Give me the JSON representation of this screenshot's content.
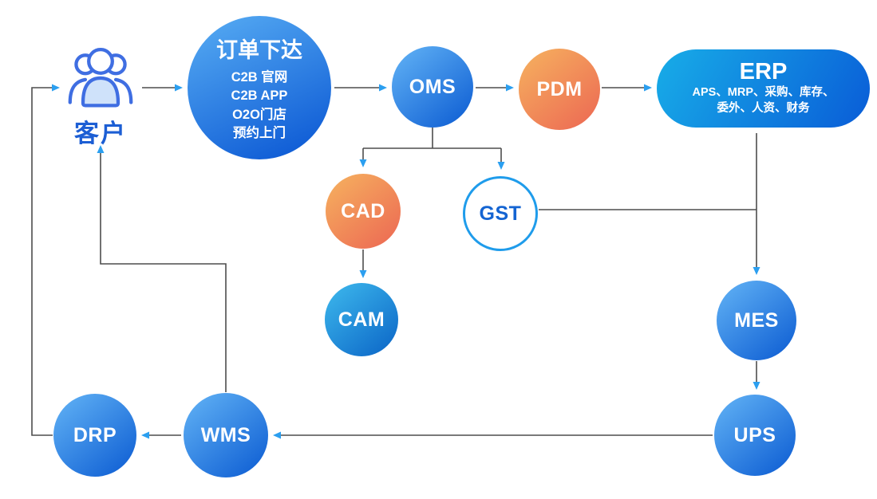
{
  "diagram_type": "flowchart",
  "customer": {
    "label": "客户",
    "icon": "users-icon"
  },
  "nodes": {
    "order": {
      "label": "订单下达",
      "lines": [
        "C2B 官网",
        "C2B APP",
        "O2O门店",
        "预约上门"
      ]
    },
    "oms": {
      "label": "OMS"
    },
    "pdm": {
      "label": "PDM"
    },
    "erp": {
      "label": "ERP",
      "lines": [
        "APS、MRP、采购、库存、",
        "委外、人资、财务"
      ]
    },
    "cad": {
      "label": "CAD"
    },
    "gst": {
      "label": "GST"
    },
    "cam": {
      "label": "CAM"
    },
    "mes": {
      "label": "MES"
    },
    "ups": {
      "label": "UPS"
    },
    "wms": {
      "label": "WMS"
    },
    "drp": {
      "label": "DRP"
    }
  },
  "edges": [
    "客户 → 订单下达",
    "订单下达 → OMS",
    "OMS → PDM",
    "PDM → ERP",
    "OMS → CAD",
    "OMS → GST",
    "CAD → CAM",
    "GST → MES",
    "ERP → MES",
    "MES → UPS",
    "UPS → WMS",
    "WMS → DRP",
    "WMS → 客户",
    "DRP → 客户"
  ],
  "colors": {
    "line": "#4d4d4d",
    "arrowhead": "#2b9ff0",
    "blue_node_start": "#5cadf3",
    "blue_node_end": "#1565d6",
    "orange_node_start": "#f5ab5e",
    "orange_node_end": "#ed6e54",
    "erp_start": "#17a9e7",
    "erp_end": "#0a60d8",
    "cam_start": "#3ab3ea",
    "cam_end": "#0f6cca",
    "gst_border": "#1f9ceb",
    "gst_text": "#1464d2",
    "customer_label": "#1c5ed4",
    "customer_icon_stroke": "#3f6ee2",
    "customer_icon_fill": "#cfe2fa"
  }
}
